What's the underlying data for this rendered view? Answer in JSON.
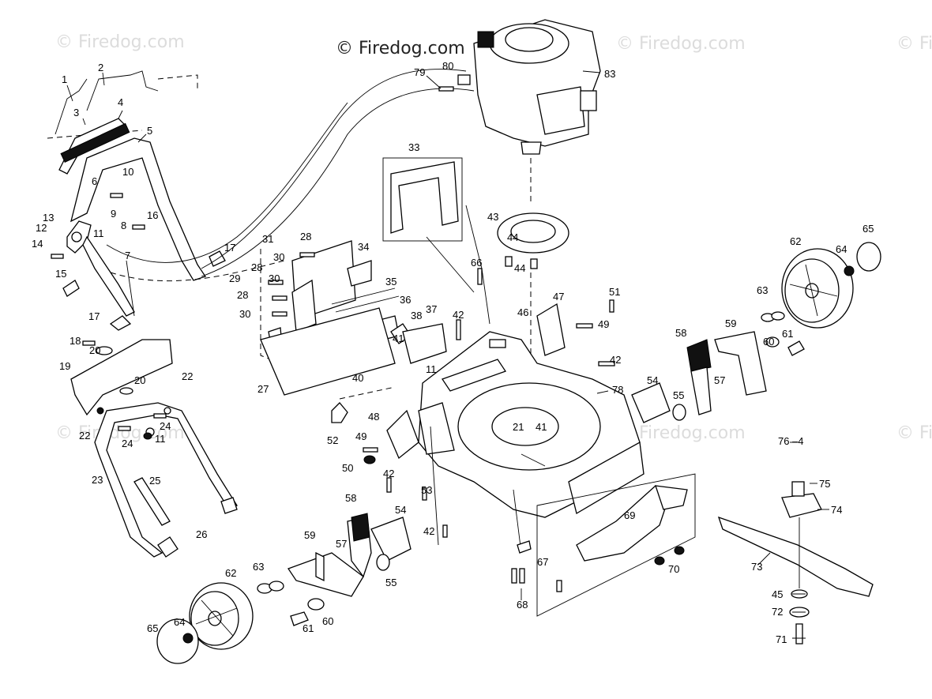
{
  "watermarks": {
    "main": "© Firedog.com",
    "faint": "© Firedog.com",
    "edge": "© Fi"
  },
  "assembly_label": "76 –4",
  "callouts": [
    {
      "id": "c1",
      "text": "1"
    },
    {
      "id": "c2",
      "text": "2"
    },
    {
      "id": "c3",
      "text": "3"
    },
    {
      "id": "c4",
      "text": "4"
    },
    {
      "id": "c5",
      "text": "5"
    },
    {
      "id": "c6",
      "text": "6"
    },
    {
      "id": "c7",
      "text": "7"
    },
    {
      "id": "c8",
      "text": "8"
    },
    {
      "id": "c9",
      "text": "9"
    },
    {
      "id": "c10",
      "text": "10"
    },
    {
      "id": "c11",
      "text": "11"
    },
    {
      "id": "c12",
      "text": "12"
    },
    {
      "id": "c13",
      "text": "13"
    },
    {
      "id": "c14",
      "text": "14"
    },
    {
      "id": "c15",
      "text": "15"
    },
    {
      "id": "c16",
      "text": "16"
    },
    {
      "id": "c17a",
      "text": "17"
    },
    {
      "id": "c17b",
      "text": "17"
    },
    {
      "id": "c18",
      "text": "18"
    },
    {
      "id": "c19",
      "text": "19"
    },
    {
      "id": "c20a",
      "text": "20"
    },
    {
      "id": "c20b",
      "text": "20"
    },
    {
      "id": "c11b",
      "text": "11"
    },
    {
      "id": "c22a",
      "text": "22"
    },
    {
      "id": "c22b",
      "text": "22"
    },
    {
      "id": "c23",
      "text": "23"
    },
    {
      "id": "c24a",
      "text": "24"
    },
    {
      "id": "c24b",
      "text": "24"
    },
    {
      "id": "c25",
      "text": "25"
    },
    {
      "id": "c26",
      "text": "26"
    },
    {
      "id": "c27",
      "text": "27"
    },
    {
      "id": "c28a",
      "text": "28"
    },
    {
      "id": "c28b",
      "text": "28"
    },
    {
      "id": "c28c",
      "text": "28"
    },
    {
      "id": "c29",
      "text": "29"
    },
    {
      "id": "c30a",
      "text": "30"
    },
    {
      "id": "c30b",
      "text": "30"
    },
    {
      "id": "c30c",
      "text": "30"
    },
    {
      "id": "c31",
      "text": "31"
    },
    {
      "id": "c33",
      "text": "33"
    },
    {
      "id": "c34",
      "text": "34"
    },
    {
      "id": "c35",
      "text": "35"
    },
    {
      "id": "c36",
      "text": "36"
    },
    {
      "id": "c37",
      "text": "37"
    },
    {
      "id": "c38",
      "text": "38"
    },
    {
      "id": "c40",
      "text": "40"
    },
    {
      "id": "c41",
      "text": "41"
    },
    {
      "id": "c11c",
      "text": "11"
    },
    {
      "id": "c42a",
      "text": "42"
    },
    {
      "id": "c42b",
      "text": "42"
    },
    {
      "id": "c42c",
      "text": "42"
    },
    {
      "id": "c42d",
      "text": "42"
    },
    {
      "id": "c43",
      "text": "43"
    },
    {
      "id": "c44a",
      "text": "44"
    },
    {
      "id": "c44b",
      "text": "44"
    },
    {
      "id": "c46",
      "text": "46"
    },
    {
      "id": "c47",
      "text": "47"
    },
    {
      "id": "c48",
      "text": "48"
    },
    {
      "id": "c49a",
      "text": "49"
    },
    {
      "id": "c49b",
      "text": "49"
    },
    {
      "id": "c50",
      "text": "50"
    },
    {
      "id": "c51",
      "text": "51"
    },
    {
      "id": "c52",
      "text": "52"
    },
    {
      "id": "c53",
      "text": "53"
    },
    {
      "id": "c54a",
      "text": "54"
    },
    {
      "id": "c54b",
      "text": "54"
    },
    {
      "id": "c55a",
      "text": "55"
    },
    {
      "id": "c55b",
      "text": "55"
    },
    {
      "id": "c57a",
      "text": "57"
    },
    {
      "id": "c57b",
      "text": "57"
    },
    {
      "id": "c58a",
      "text": "58"
    },
    {
      "id": "c58b",
      "text": "58"
    },
    {
      "id": "c59a",
      "text": "59"
    },
    {
      "id": "c59b",
      "text": "59"
    },
    {
      "id": "c60a",
      "text": "60"
    },
    {
      "id": "c60b",
      "text": "60"
    },
    {
      "id": "c61a",
      "text": "61"
    },
    {
      "id": "c61b",
      "text": "61"
    },
    {
      "id": "c62a",
      "text": "62"
    },
    {
      "id": "c62b",
      "text": "62"
    },
    {
      "id": "c63a",
      "text": "63"
    },
    {
      "id": "c63b",
      "text": "63"
    },
    {
      "id": "c64a",
      "text": "64"
    },
    {
      "id": "c64b",
      "text": "64"
    },
    {
      "id": "c65a",
      "text": "65"
    },
    {
      "id": "c65b",
      "text": "65"
    },
    {
      "id": "c66",
      "text": "66"
    },
    {
      "id": "c67",
      "text": "67"
    },
    {
      "id": "c68",
      "text": "68"
    },
    {
      "id": "c69",
      "text": "69"
    },
    {
      "id": "c70",
      "text": "70"
    },
    {
      "id": "c71",
      "text": "71"
    },
    {
      "id": "c72",
      "text": "72"
    },
    {
      "id": "c73",
      "text": "73"
    },
    {
      "id": "c74",
      "text": "74"
    },
    {
      "id": "c75",
      "text": "75"
    },
    {
      "id": "c78",
      "text": "78"
    },
    {
      "id": "c79",
      "text": "79"
    },
    {
      "id": "c80",
      "text": "80"
    },
    {
      "id": "c83",
      "text": "83"
    },
    {
      "id": "c21",
      "text": "21"
    },
    {
      "id": "c41b",
      "text": "41"
    },
    {
      "id": "c45",
      "text": "45"
    }
  ]
}
